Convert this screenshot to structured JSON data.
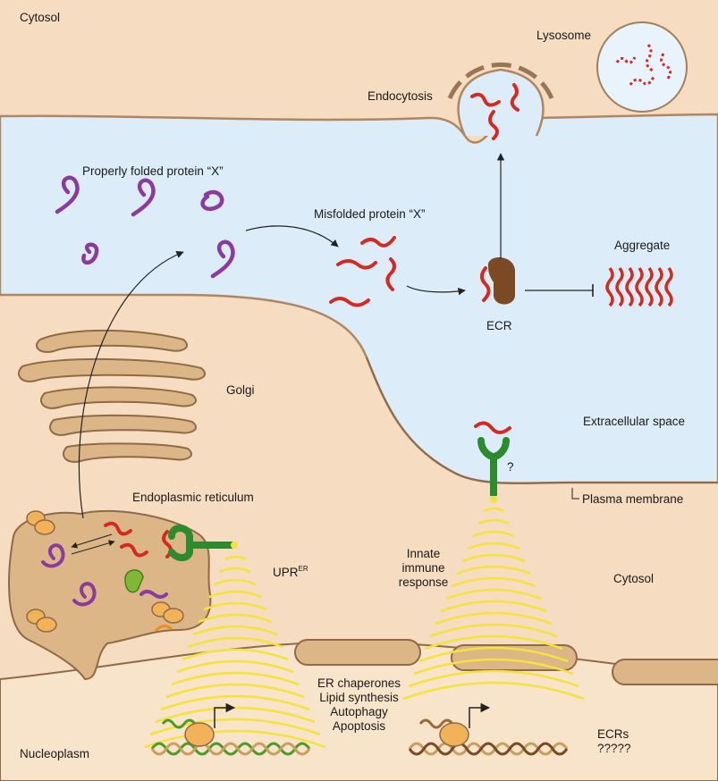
{
  "labels": {
    "cytosol_top": "Cytosol",
    "lysosome": "Lysosome",
    "endocytosis": "Endocytosis",
    "properly_folded": "Properly folded protein “X”",
    "misfolded": "Misfolded protein “X”",
    "aggregate": "Aggregate",
    "ecr": "ECR",
    "golgi": "Golgi",
    "extracellular_space": "Extracellular space",
    "receptor_unknown": "?",
    "plasma_membrane": "Plasma membrane",
    "endoplasmic_reticulum": "Endoplasmic reticulum",
    "upr_main": "UPR",
    "upr_sup": "ER",
    "innate_immune": [
      "Innate",
      "immune",
      "response"
    ],
    "cytosol_right": "Cytosol",
    "upr_targets": [
      "ER chaperones",
      "Lipid synthesis",
      "Autophagy",
      "Apoptosis"
    ],
    "nucleoplasm": "Nucleoplasm",
    "ecrs": [
      "ECRs",
      "?????"
    ]
  },
  "colors": {
    "cytosol": "#f6dcc1",
    "extracellular": "#dcecf8",
    "organelle": "#dcb687",
    "membrane_line": "#8f6a47",
    "folded_protein": "#8b3aa3",
    "misfolded_protein": "#d42a1f",
    "ecr": "#7b4a25",
    "receptor": "#2e8a2e",
    "signal_wave": "#f4e33a",
    "ribosome": "#f1b25a",
    "dna_green": "#4b9a2c",
    "dna_tan": "#c7a05c"
  },
  "icons": {
    "lysosome": "lysosome-icon",
    "ecr": "ecr-icon",
    "aggregate": "aggregate-icon",
    "receptor": "receptor-icon",
    "dna": "dna-icon",
    "ribosome": "ribosome-icon"
  }
}
